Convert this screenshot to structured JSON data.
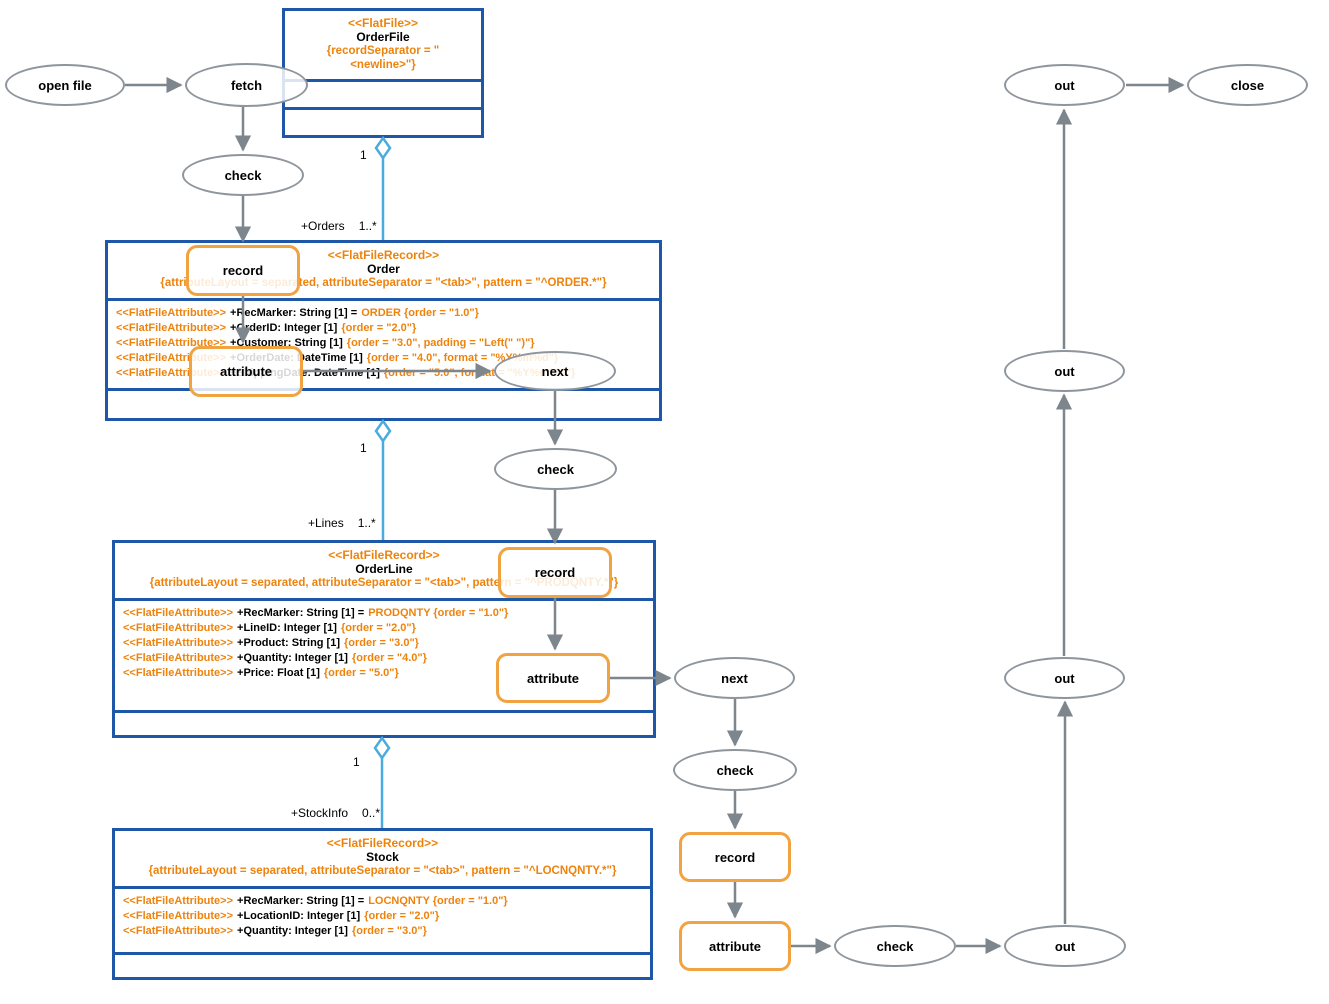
{
  "colors": {
    "class_border_blue": "#1e57a8",
    "stereotype_orange": "#ed830d",
    "action_border_orange": "#f2a341",
    "ellipse_border_gray": "#8e959c",
    "arrow_gray": "#7d858d",
    "association_blue": "#4aabdf"
  },
  "classes": [
    {
      "stereotype": "<<FlatFile>>",
      "name": "OrderFile",
      "constraint": "{recordSeparator = \"<newline>\"}",
      "attributes": []
    },
    {
      "stereotype": "<<FlatFileRecord>>",
      "name": "Order",
      "constraint": "{attributeLayout = separated, attributeSeparator = \"<tab>\", pattern = \"^ORDER.*\"}",
      "attributes": [
        {
          "st": "<<FlatFileAttribute>>",
          "decl": "+RecMarker: String [1] =",
          "tag": "ORDER {order = \"1.0\"}"
        },
        {
          "st": "<<FlatFileAttribute>>",
          "decl": "+OrderID: Integer [1]",
          "tag": "{order = \"2.0\"}"
        },
        {
          "st": "<<FlatFileAttribute>>",
          "decl": "+Customer: String [1]",
          "tag": "{order = \"3.0\", padding = \"Left(\" \")\"}"
        },
        {
          "st": "<<FlatFileAttribute>>",
          "decl": "+OrderDate: DateTime [1]",
          "tag": "{order = \"4.0\", format = \"%Y%m%d\"}"
        },
        {
          "st": "<<FlatFileAttribute>>",
          "decl": "+ShippingDate: DateTime [1]",
          "tag": "{order = \"5.0\", format = \"%Y%m%d\"}"
        }
      ]
    },
    {
      "stereotype": "<<FlatFileRecord>>",
      "name": "OrderLine",
      "constraint": "{attributeLayout = separated, attributeSeparator = \"<tab>\", pattern = \"^PRODQNTY.*\"}",
      "attributes": [
        {
          "st": "<<FlatFileAttribute>>",
          "decl": "+RecMarker: String [1] =",
          "tag": "PRODQNTY {order = \"1.0\"}"
        },
        {
          "st": "<<FlatFileAttribute>>",
          "decl": "+LineID: Integer [1]",
          "tag": "{order = \"2.0\"}"
        },
        {
          "st": "<<FlatFileAttribute>>",
          "decl": "+Product: String [1]",
          "tag": "{order = \"3.0\"}"
        },
        {
          "st": "<<FlatFileAttribute>>",
          "decl": "+Quantity: Integer [1]",
          "tag": "{order = \"4.0\"}"
        },
        {
          "st": "<<FlatFileAttribute>>",
          "decl": "+Price: Float [1]",
          "tag": "{order = \"5.0\"}"
        }
      ]
    },
    {
      "stereotype": "<<FlatFileRecord>>",
      "name": "Stock",
      "constraint": "{attributeLayout = separated, attributeSeparator = \"<tab>\", pattern = \"^LOCNQNTY.*\"}",
      "attributes": [
        {
          "st": "<<FlatFileAttribute>>",
          "decl": "+RecMarker: String [1] =",
          "tag": "LOCNQNTY {order = \"1.0\"}"
        },
        {
          "st": "<<FlatFileAttribute>>",
          "decl": "+LocationID: Integer [1]",
          "tag": "{order = \"2.0\"}"
        },
        {
          "st": "<<FlatFileAttribute>>",
          "decl": "+Quantity: Integer [1]",
          "tag": "{order = \"3.0\"}"
        }
      ]
    }
  ],
  "nodes": [
    {
      "id": "open-file",
      "label": "open file"
    },
    {
      "id": "fetch",
      "label": "fetch"
    },
    {
      "id": "check-order",
      "label": "check"
    },
    {
      "id": "record-order",
      "label": "record"
    },
    {
      "id": "attribute-order",
      "label": "attribute"
    },
    {
      "id": "next-order",
      "label": "next"
    },
    {
      "id": "check-orderline",
      "label": "check"
    },
    {
      "id": "record-orderline",
      "label": "record"
    },
    {
      "id": "attribute-orderline",
      "label": "attribute"
    },
    {
      "id": "next-orderline",
      "label": "next"
    },
    {
      "id": "check-stock",
      "label": "check"
    },
    {
      "id": "record-stock",
      "label": "record"
    },
    {
      "id": "attribute-stock",
      "label": "attribute"
    },
    {
      "id": "check-out",
      "label": "check"
    },
    {
      "id": "out-stock",
      "label": "out"
    },
    {
      "id": "out-orderline",
      "label": "out"
    },
    {
      "id": "out-order",
      "label": "out"
    },
    {
      "id": "out-file",
      "label": "out"
    },
    {
      "id": "close",
      "label": "close"
    }
  ],
  "associations": [
    {
      "source_mult": "1",
      "role": "+Orders",
      "target_mult": "1..*"
    },
    {
      "source_mult": "1",
      "role": "+Lines",
      "target_mult": "1..*"
    },
    {
      "source_mult": "1",
      "role": "+StockInfo",
      "target_mult": "0..*"
    }
  ]
}
